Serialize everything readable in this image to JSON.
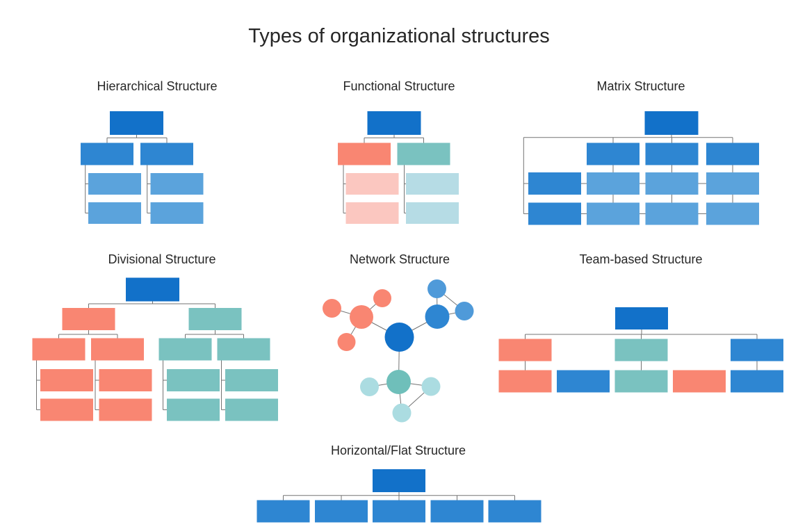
{
  "title": "Types of organizational structures",
  "palette": {
    "background": "#ffffff",
    "text": "#262626",
    "line": "#737373",
    "blue_dark": "#1271c9",
    "blue_mid": "#2e86d2",
    "blue_light": "#5ba3dc",
    "blue_node": "#4f9ad9",
    "salmon": "#f98672",
    "salmon_light": "#fbc7c0",
    "teal": "#7ac2c0",
    "teal_light": "#b6dce5",
    "teal_node": "#6fbfba",
    "teal_node_light": "#abdce1"
  },
  "diagrams": [
    {
      "id": "hierarchical",
      "label": "Hierarchical Structure",
      "boxes": [
        [
          158,
          160,
          77,
          34,
          "blue_dark"
        ],
        [
          116,
          205.5,
          76,
          32,
          "blue_mid"
        ],
        [
          202,
          205.5,
          76,
          32,
          "blue_mid"
        ],
        [
          127,
          249,
          76,
          31,
          "blue_light"
        ],
        [
          127,
          291,
          76,
          31,
          "blue_light"
        ],
        [
          216.5,
          249,
          76,
          31,
          "blue_light"
        ],
        [
          216.5,
          291,
          76,
          31,
          "blue_light"
        ]
      ],
      "segments": [
        [
          196.5,
          194,
          196.5,
          198.3
        ],
        [
          154,
          198.3,
          240,
          198.3
        ],
        [
          154,
          198.3,
          154,
          205.5
        ],
        [
          240,
          198.3,
          240,
          205.5
        ],
        [
          122.7,
          237.5,
          122.7,
          306.5
        ],
        [
          122.7,
          264.5,
          127,
          264.5
        ],
        [
          122.7,
          306.5,
          127,
          306.5
        ],
        [
          211.7,
          237.5,
          211.7,
          306.5
        ],
        [
          211.7,
          264.5,
          216.5,
          264.5
        ],
        [
          211.7,
          306.5,
          216.5,
          306.5
        ]
      ],
      "circles": []
    },
    {
      "id": "functional",
      "label": "Functional Structure",
      "boxes": [
        [
          528.5,
          160,
          77,
          34,
          "blue_dark"
        ],
        [
          486,
          205.5,
          76,
          32,
          "salmon"
        ],
        [
          571.5,
          205.5,
          76,
          32,
          "teal"
        ],
        [
          497.5,
          249,
          76,
          31,
          "salmon_light"
        ],
        [
          497.5,
          291,
          76,
          31,
          "salmon_light"
        ],
        [
          584,
          249,
          76,
          31,
          "teal_light"
        ],
        [
          584,
          291,
          76,
          31,
          "teal_light"
        ]
      ],
      "segments": [
        [
          567,
          194,
          567,
          198.3
        ],
        [
          524,
          198.3,
          609.5,
          198.3
        ],
        [
          524,
          198.3,
          524,
          205.5
        ],
        [
          609.5,
          198.3,
          609.5,
          205.5
        ],
        [
          494,
          237.5,
          494,
          306.5
        ],
        [
          494,
          264.5,
          497.5,
          264.5
        ],
        [
          494,
          306.5,
          497.5,
          306.5
        ],
        [
          581.5,
          237.5,
          581.5,
          306.5
        ],
        [
          581.5,
          264.5,
          584,
          264.5
        ],
        [
          581.5,
          306.5,
          584,
          306.5
        ]
      ],
      "circles": []
    },
    {
      "id": "matrix",
      "label": "Matrix Structure",
      "boxes": [
        [
          927.5,
          160,
          77,
          34,
          "blue_dark"
        ],
        [
          844,
          205.5,
          76,
          32,
          "blue_mid"
        ],
        [
          928.5,
          205.5,
          76,
          32,
          "blue_mid"
        ],
        [
          1016,
          205.5,
          76,
          32,
          "blue_mid"
        ],
        [
          760,
          248,
          76,
          32,
          "blue_mid"
        ],
        [
          760,
          291.5,
          76,
          32,
          "blue_mid"
        ],
        [
          844,
          248,
          76,
          32,
          "blue_light"
        ],
        [
          928.5,
          248,
          76,
          32,
          "blue_light"
        ],
        [
          1016,
          248,
          76,
          32,
          "blue_light"
        ],
        [
          844,
          291.5,
          76,
          32,
          "blue_light"
        ],
        [
          928.5,
          291.5,
          76,
          32,
          "blue_light"
        ],
        [
          1016,
          291.5,
          76,
          32,
          "blue_light"
        ]
      ],
      "segments": [
        [
          966,
          194,
          966,
          197.7
        ],
        [
          753.3,
          197.7,
          1054,
          197.7
        ],
        [
          882,
          197.7,
          882,
          205.5
        ],
        [
          966.5,
          197.7,
          966.5,
          205.5
        ],
        [
          1054,
          197.7,
          1054,
          205.5
        ],
        [
          753.3,
          197.7,
          753.3,
          307.5
        ],
        [
          753.3,
          264,
          760,
          264
        ],
        [
          753.3,
          307.5,
          760,
          307.5
        ],
        [
          882,
          237.5,
          882,
          248
        ],
        [
          966.5,
          237.5,
          966.5,
          248
        ],
        [
          1054,
          237.5,
          1054,
          248
        ],
        [
          882,
          280,
          882,
          291.5
        ],
        [
          966.5,
          280,
          966.5,
          291.5
        ],
        [
          1054,
          280,
          1054,
          291.5
        ],
        [
          836,
          264,
          844,
          264
        ],
        [
          920,
          264,
          928.5,
          264
        ],
        [
          1004.5,
          264,
          1016,
          264
        ],
        [
          836,
          307.5,
          844,
          307.5
        ],
        [
          920,
          307.5,
          928.5,
          307.5
        ],
        [
          1004.5,
          307.5,
          1016,
          307.5
        ]
      ],
      "circles": []
    },
    {
      "id": "divisional",
      "label": "Divisional Structure",
      "boxes": [
        [
          181,
          399.5,
          77,
          34,
          "blue_dark"
        ],
        [
          89.5,
          443,
          76,
          32,
          "salmon"
        ],
        [
          271.5,
          443,
          76,
          32,
          "teal"
        ],
        [
          46.5,
          486.5,
          76,
          32,
          "salmon"
        ],
        [
          131,
          486.5,
          76,
          32,
          "salmon"
        ],
        [
          228.5,
          486.5,
          76,
          32,
          "teal"
        ],
        [
          312.5,
          486.5,
          76,
          32,
          "teal"
        ],
        [
          58,
          531,
          76,
          32,
          "salmon"
        ],
        [
          58,
          573.5,
          76,
          32,
          "salmon"
        ],
        [
          142.5,
          531,
          76,
          32,
          "salmon"
        ],
        [
          142.5,
          573.5,
          76,
          32,
          "salmon"
        ],
        [
          240,
          531,
          76,
          32,
          "teal"
        ],
        [
          240,
          573.5,
          76,
          32,
          "teal"
        ],
        [
          324,
          531,
          76,
          32,
          "teal"
        ],
        [
          324,
          573.5,
          76,
          32,
          "teal"
        ]
      ],
      "segments": [
        [
          219.5,
          433.5,
          219.5,
          437
        ],
        [
          127.5,
          437,
          309.5,
          437
        ],
        [
          127.5,
          437,
          127.5,
          443
        ],
        [
          309.5,
          437,
          309.5,
          443
        ],
        [
          127.5,
          475,
          127.5,
          481
        ],
        [
          84.5,
          481,
          169,
          481
        ],
        [
          84.5,
          481,
          84.5,
          486.5
        ],
        [
          169,
          481,
          169,
          486.5
        ],
        [
          309.5,
          475,
          309.5,
          481
        ],
        [
          266.5,
          481,
          350.5,
          481
        ],
        [
          266.5,
          481,
          266.5,
          486.5
        ],
        [
          350.5,
          481,
          350.5,
          486.5
        ],
        [
          52.5,
          518.5,
          52.5,
          589.5
        ],
        [
          52.5,
          547,
          58,
          547
        ],
        [
          52.5,
          589.5,
          58,
          589.5
        ],
        [
          137,
          518.5,
          137,
          589.5
        ],
        [
          137,
          547,
          142.5,
          547
        ],
        [
          137,
          589.5,
          142.5,
          589.5
        ],
        [
          234.5,
          518.5,
          234.5,
          589.5
        ],
        [
          234.5,
          547,
          240,
          547
        ],
        [
          234.5,
          589.5,
          240,
          589.5
        ],
        [
          318.5,
          518.5,
          318.5,
          589.5
        ],
        [
          318.5,
          547,
          324,
          547
        ],
        [
          318.5,
          589.5,
          324,
          589.5
        ]
      ],
      "circles": []
    },
    {
      "id": "network",
      "label": "Network Structure",
      "boxes": [],
      "segments": [
        [
          574.5,
          485,
          520,
          456
        ],
        [
          574.5,
          485,
          629,
          455.5
        ],
        [
          574.5,
          485,
          573.5,
          549.5
        ],
        [
          520,
          456,
          550,
          429
        ],
        [
          520,
          456,
          477.5,
          443.5
        ],
        [
          520,
          456,
          498.5,
          492
        ],
        [
          629,
          455.5,
          628.5,
          415.5
        ],
        [
          629,
          455.5,
          668,
          447.5
        ],
        [
          628.5,
          415.5,
          668,
          447.5
        ],
        [
          573.5,
          549.5,
          531.5,
          556.5
        ],
        [
          573.5,
          549.5,
          620,
          556
        ],
        [
          573.5,
          549.5,
          578,
          594
        ],
        [
          578,
          594,
          620,
          556
        ]
      ],
      "circles": [
        [
          574.5,
          485,
          21,
          "blue_dark"
        ],
        [
          520,
          456,
          17,
          "salmon"
        ],
        [
          550,
          429,
          13,
          "salmon"
        ],
        [
          477.5,
          443.5,
          13.5,
          "salmon"
        ],
        [
          498.5,
          492,
          13,
          "salmon"
        ],
        [
          629,
          455.5,
          17.5,
          "blue_mid"
        ],
        [
          628.5,
          415.5,
          13.5,
          "blue_node"
        ],
        [
          668,
          447.5,
          13.5,
          "blue_node"
        ],
        [
          573.5,
          549.5,
          17.5,
          "teal_node"
        ],
        [
          531.5,
          556.5,
          13.5,
          "teal_node_light"
        ],
        [
          620,
          556,
          13.5,
          "teal_node_light"
        ],
        [
          578,
          594,
          13.5,
          "teal_node_light"
        ]
      ]
    },
    {
      "id": "team-based",
      "label": "Team-based Structure",
      "boxes": [
        [
          885,
          442,
          76,
          32,
          "blue_dark"
        ],
        [
          717.5,
          487.5,
          76,
          32,
          "salmon"
        ],
        [
          884.5,
          487.5,
          76,
          32,
          "teal"
        ],
        [
          1051,
          487.5,
          76,
          32,
          "blue_mid"
        ],
        [
          717.5,
          532.5,
          76,
          32,
          "salmon"
        ],
        [
          801,
          532.5,
          76,
          32,
          "blue_mid"
        ],
        [
          884.5,
          532.5,
          76,
          32,
          "teal"
        ],
        [
          968,
          532.5,
          76,
          32,
          "salmon"
        ],
        [
          1051,
          532.5,
          76,
          32,
          "blue_mid"
        ]
      ],
      "segments": [
        [
          923,
          474,
          923,
          481
        ],
        [
          755.5,
          481,
          1089,
          481
        ],
        [
          755.5,
          481,
          755.5,
          487.5
        ],
        [
          922.5,
          481,
          922.5,
          487.5
        ],
        [
          1089,
          481,
          1089,
          487.5
        ],
        [
          755.5,
          519.5,
          755.5,
          532.5
        ],
        [
          922.5,
          519.5,
          922.5,
          532.5
        ],
        [
          1089,
          519.5,
          1089,
          532.5
        ]
      ],
      "circles": []
    },
    {
      "id": "horizontal-flat",
      "label": "Horizontal/Flat Structure",
      "boxes": [
        [
          536,
          675,
          76,
          33,
          "blue_dark"
        ],
        [
          369.5,
          719.5,
          76,
          32,
          "blue_mid"
        ],
        [
          453,
          719.5,
          76,
          32,
          "blue_mid"
        ],
        [
          536,
          719.5,
          76,
          32,
          "blue_mid"
        ],
        [
          619.5,
          719.5,
          76,
          32,
          "blue_mid"
        ],
        [
          702.5,
          719.5,
          76,
          32,
          "blue_mid"
        ]
      ],
      "segments": [
        [
          574,
          708,
          574,
          712.7
        ],
        [
          407.5,
          712.7,
          740.5,
          712.7
        ],
        [
          407.5,
          712.7,
          407.5,
          719.5
        ],
        [
          491,
          712.7,
          491,
          719.5
        ],
        [
          574,
          712.7,
          574,
          719.5
        ],
        [
          657.5,
          712.7,
          657.5,
          719.5
        ],
        [
          740.5,
          712.7,
          740.5,
          719.5
        ]
      ],
      "circles": []
    }
  ],
  "labels_note": {
    "row1": [
      "Hierarchical Structure",
      "Functional Structure",
      "Matrix Structure"
    ],
    "row2": [
      "Divisional Structure",
      "Network Structure",
      "Team-based Structure"
    ],
    "row3": [
      "Horizontal/Flat Structure"
    ]
  }
}
